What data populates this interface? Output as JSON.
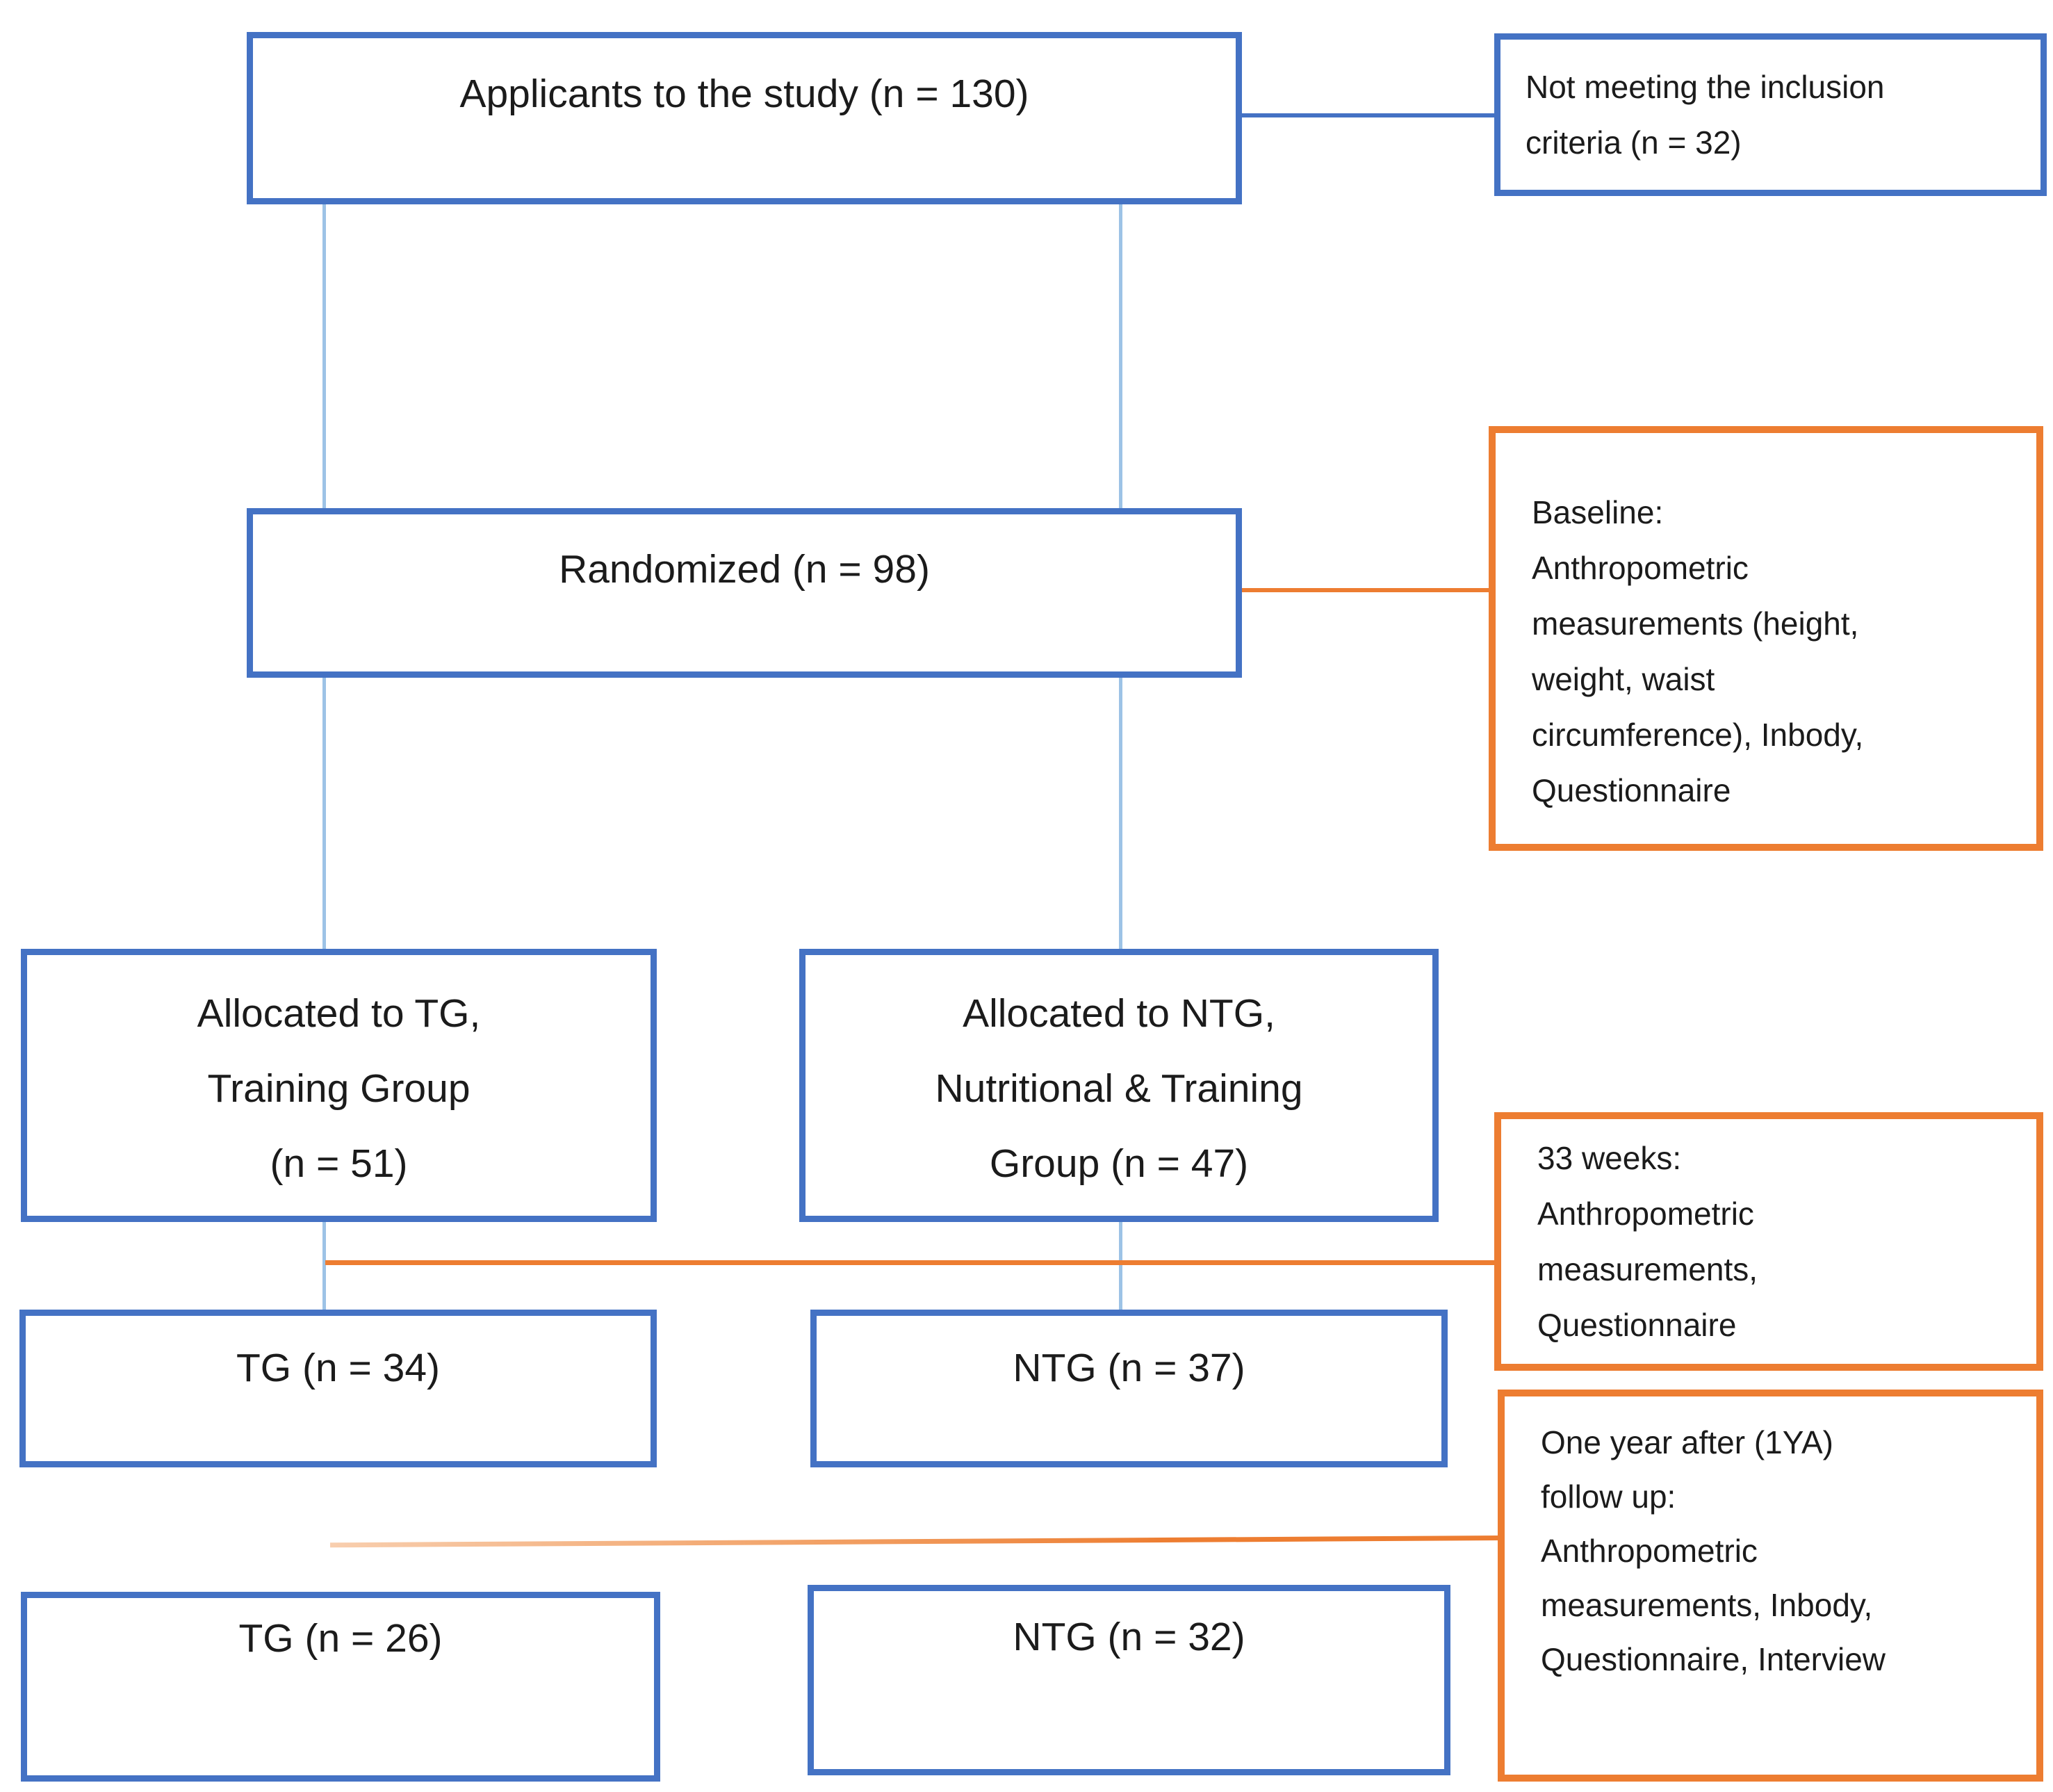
{
  "figure": {
    "type": "study-flow-diagram",
    "palette": {
      "box_blue": "#4472C4",
      "line_blue": "#9DC3E6",
      "orange": "#ED7D31",
      "text": "#1b1b1b",
      "background": "#FFFFFF"
    },
    "nodes": {
      "applicants": "Applicants to the study (n = 130)",
      "not_meeting": [
        "Not meeting the inclusion",
        "criteria (n = 32)"
      ],
      "randomized": "Randomized (n = 98)",
      "baseline": [
        "Baseline:",
        "Anthropometric",
        "measurements (height,",
        "weight, waist",
        "circumference), Inbody,",
        "Questionnaire"
      ],
      "allocated_tg": [
        "Allocated to TG,",
        "Training Group",
        "(n = 51)"
      ],
      "allocated_ntg": [
        "Allocated to NTG,",
        "Nutritional & Training",
        "Group (n = 47)"
      ],
      "weeks33": [
        "33 weeks:",
        "Anthropometric",
        "measurements,",
        "Questionnaire"
      ],
      "tg_33w": "TG (n = 34)",
      "ntg_33w": "NTG (n = 37)",
      "one_year": [
        "One year after (1YA)",
        "follow up:",
        "Anthropometric",
        "measurements, Inbody,",
        "Questionnaire, Interview"
      ],
      "tg_1ya": "TG (n = 26)",
      "ntg_1ya": "NTG (n = 32)"
    }
  }
}
